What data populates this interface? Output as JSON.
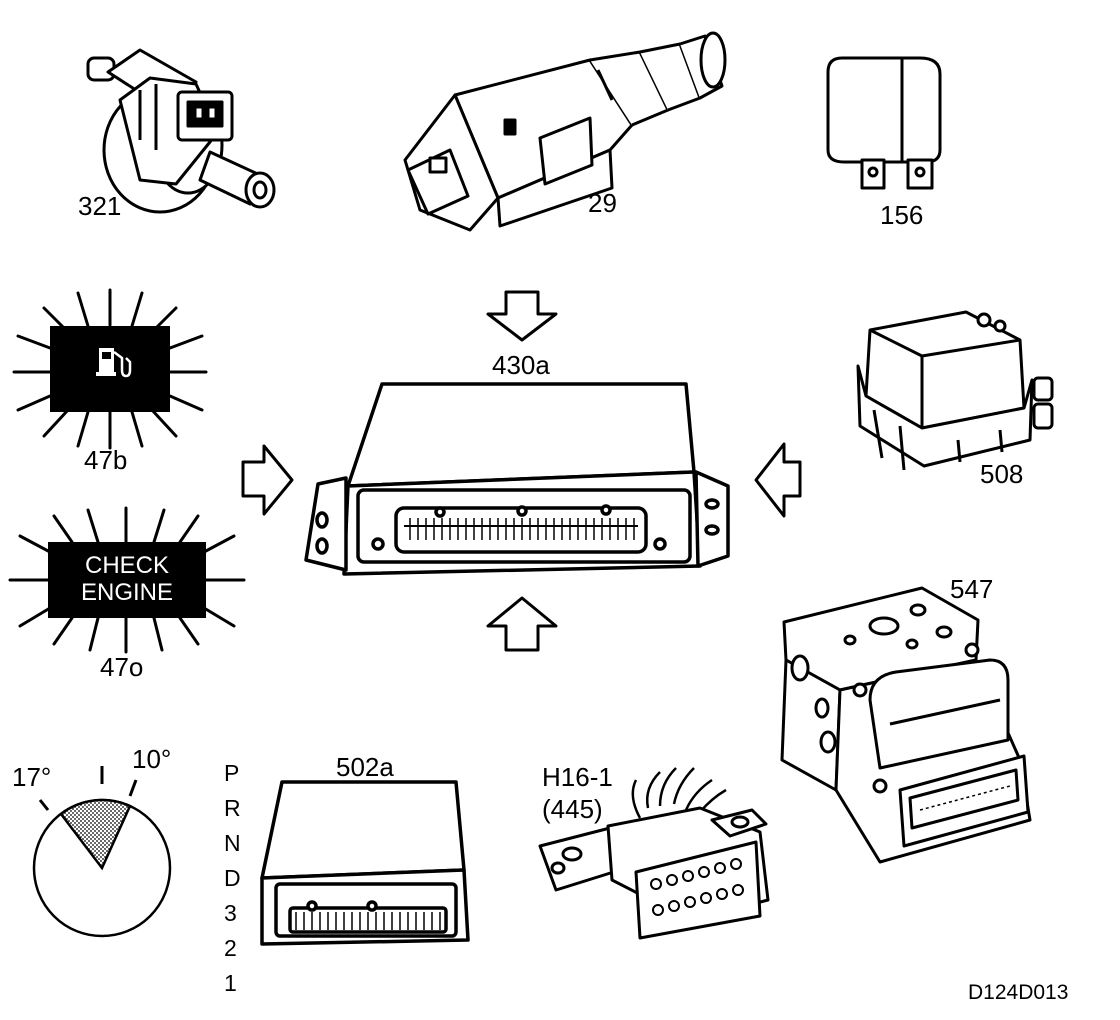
{
  "components": {
    "canister_purge_valve": "321",
    "brake_light_switch": "29",
    "relay": "156",
    "ecu": "430a",
    "fuel_warning_lamp": "47b",
    "check_engine_lamp": "47o",
    "check_engine_text": {
      "line1": "CHECK",
      "line2": "ENGINE"
    },
    "module_508": "508",
    "abs_unit": "547",
    "tcm": "502a",
    "diagnostic_connector": {
      "line1": "H16-1",
      "line2": "(445)"
    },
    "throttle": {
      "angle_closed": "10°",
      "angle_open": "17°"
    },
    "gear_positions": [
      "P",
      "R",
      "N",
      "D",
      "3",
      "2",
      "1"
    ],
    "figure_code": "D124D013"
  }
}
